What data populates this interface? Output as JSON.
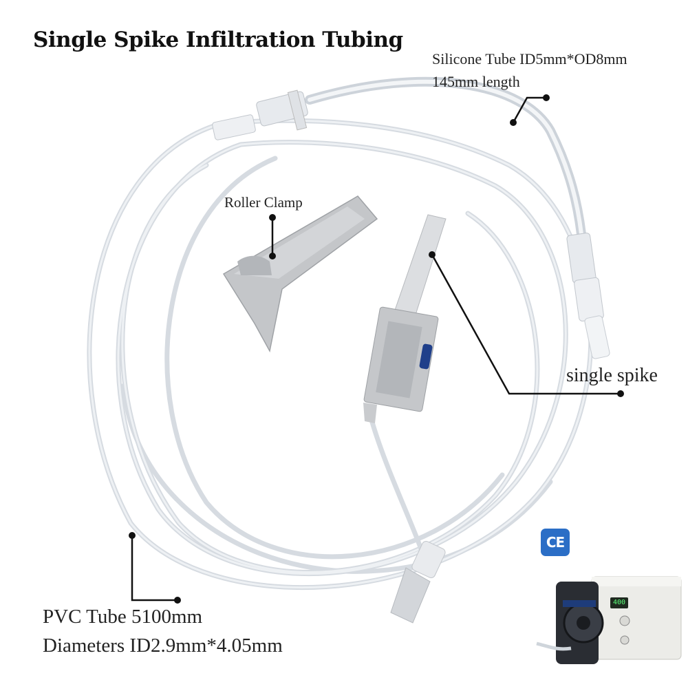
{
  "title": "Single Spike Infiltration Tubing",
  "annotations": {
    "silicone_tube_line1": "Silicone Tube ID5mm*OD8mm",
    "silicone_tube_line2": "145mm length",
    "roller_clamp": "Roller Clamp",
    "single_spike": "single spike",
    "pvc_tube_line1": "PVC Tube 5100mm",
    "pvc_tube_line2": "Diameters ID2.9mm*4.05mm"
  },
  "badge": {
    "text": "CE",
    "color": "#2b6ec6"
  },
  "pump": {
    "display_value": "400"
  },
  "colors": {
    "tube": "#c9cfd6",
    "clamp": "#b7b9bc",
    "callout": "#111111"
  }
}
